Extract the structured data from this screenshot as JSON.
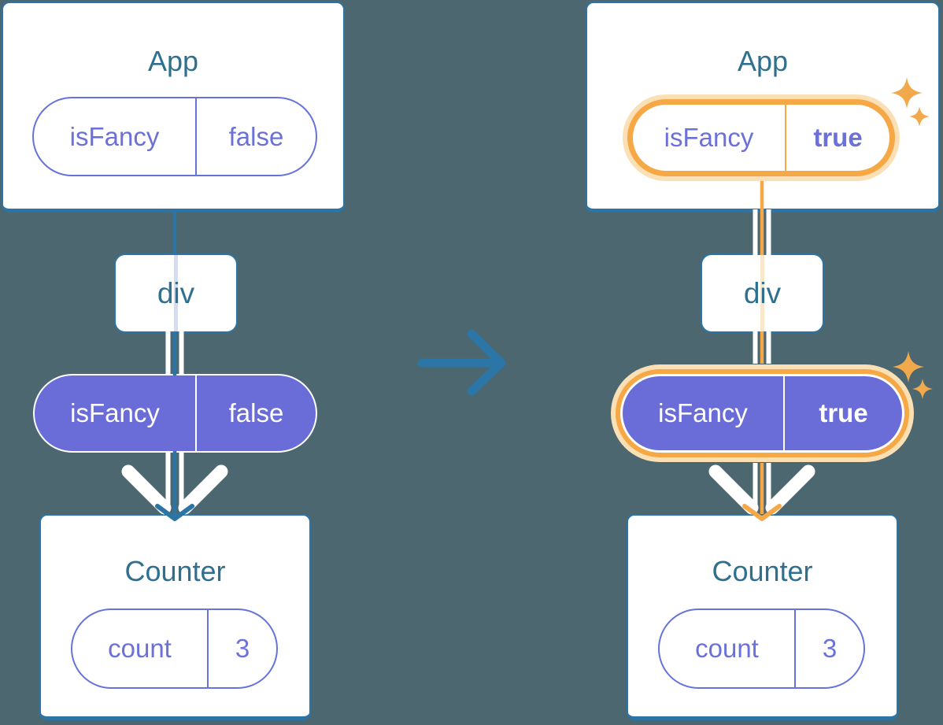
{
  "diagram_title": "isFancy state passed down from App through div to Counter (before and after toggle)",
  "background_color": "#4C6770",
  "colors": {
    "card_border_blue": "#2C74A4",
    "title_blue": "#30708F",
    "purple_outline": "#6673D9",
    "purple_fill": "#6A6DD8",
    "highlight_orange": "#F5A845",
    "highlight_orange_pale": "#FBE0B5",
    "thread_blue_pale": "#D3DCF0",
    "thread_orange_pale": "#FAE7CA",
    "sparkle_orange": "#F2A94C"
  },
  "transition": {
    "arrow_icon": "right-arrow-icon"
  },
  "before": {
    "app": {
      "title": "App",
      "state_pill": {
        "key": "isFancy",
        "value": "false"
      }
    },
    "div": {
      "label": "div"
    },
    "prop_pill": {
      "key": "isFancy",
      "value": "false"
    },
    "counter": {
      "title": "Counter",
      "state_pill": {
        "key": "count",
        "value": "3"
      }
    }
  },
  "after": {
    "app": {
      "title": "App",
      "state_pill": {
        "key": "isFancy",
        "value": "true"
      }
    },
    "div": {
      "label": "div"
    },
    "prop_pill": {
      "key": "isFancy",
      "value": "true"
    },
    "counter": {
      "title": "Counter",
      "state_pill": {
        "key": "count",
        "value": "3"
      }
    }
  }
}
